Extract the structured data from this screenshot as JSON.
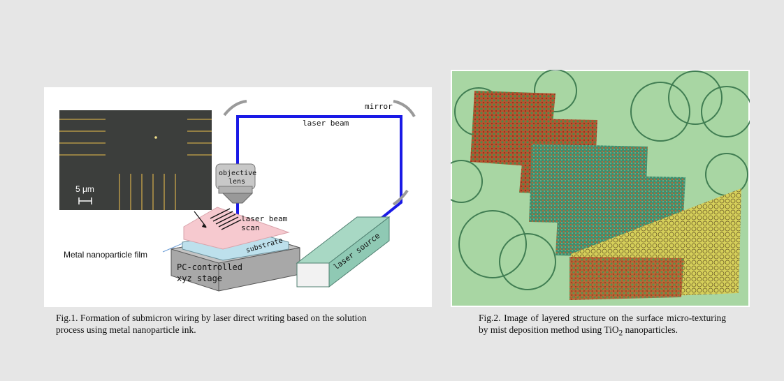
{
  "figure1": {
    "caption": "Fig.1. Formation of submicron wiring by laser direct writing based on the solution process using metal nanoparticle ink.",
    "labels": {
      "mirror": "mirror",
      "laser_beam_top": "laser beam",
      "objective_1": "objective",
      "objective_2": "lens",
      "scale": "5 μm",
      "laser_beam_scan_1": "laser beam",
      "laser_beam_scan_2": "scan",
      "substrate": "substrate",
      "film": "Metal nanoparticle film",
      "stage_1": "PC-controlled",
      "stage_2": "xyz stage",
      "laser_source": "laser source"
    },
    "colors": {
      "beam": "#1a1ae6",
      "film": "#f6c9cf",
      "substrate": "#bde0ec",
      "stage": "#a8a8a8",
      "laser_source": "#8fc9b4"
    }
  },
  "figure2": {
    "caption_pre": "Fig.2. Image of layered structure on the surface micro-texturing by mist deposition method using TiO",
    "caption_sub": "2",
    "caption_post": " nanoparticles.",
    "colors": {
      "background": "#a8d6a3",
      "tile_red": "#b5542f",
      "tile_green": "#3c8f6e",
      "tile_yellow": "#d6d05a"
    }
  }
}
